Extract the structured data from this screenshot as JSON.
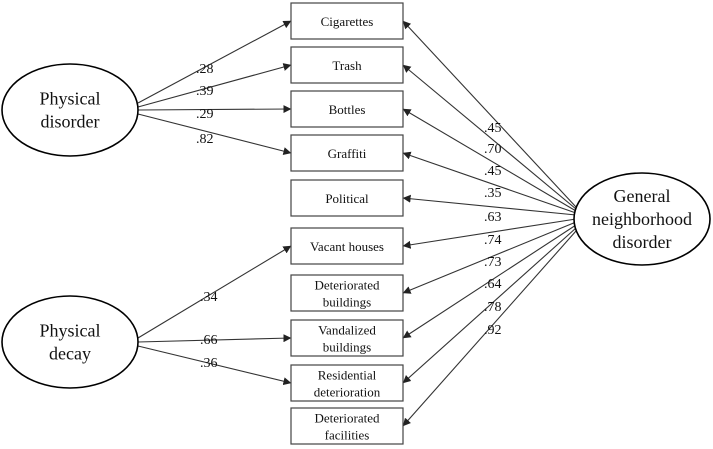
{
  "latent_factors": {
    "physical_disorder": [
      "Physical",
      "disorder"
    ],
    "physical_decay": [
      "Physical",
      "decay"
    ],
    "general_neighborhood_disorder": [
      "General",
      "neighborhood",
      "disorder"
    ]
  },
  "indicators": [
    [
      "Cigarettes"
    ],
    [
      "Trash"
    ],
    [
      "Bottles"
    ],
    [
      "Graffiti"
    ],
    [
      "Political"
    ],
    [
      "Vacant houses"
    ],
    [
      "Deteriorated",
      "buildings"
    ],
    [
      "Vandalized",
      "buildings"
    ],
    [
      "Residential",
      "deterioration"
    ],
    [
      "Deteriorated",
      "facilities"
    ]
  ],
  "loadings": {
    "physical_disorder": [
      {
        "indicator": "Cigarettes",
        "value": ".28"
      },
      {
        "indicator": "Trash",
        "value": ".39"
      },
      {
        "indicator": "Bottles",
        "value": ".29"
      },
      {
        "indicator": "Graffiti",
        "value": ".82"
      }
    ],
    "physical_decay": [
      {
        "indicator": "Vacant houses",
        "value": ".34"
      },
      {
        "indicator": "Vandalized buildings",
        "value": ".66"
      },
      {
        "indicator": "Residential deterioration",
        "value": ".36"
      }
    ],
    "general_neighborhood_disorder": [
      {
        "indicator": "Cigarettes",
        "value": ".45"
      },
      {
        "indicator": "Trash",
        "value": ".70"
      },
      {
        "indicator": "Bottles",
        "value": ".45"
      },
      {
        "indicator": "Graffiti",
        "value": ".35"
      },
      {
        "indicator": "Political",
        "value": ".63"
      },
      {
        "indicator": "Vacant houses",
        "value": ".74"
      },
      {
        "indicator": "Deteriorated buildings",
        "value": ".73"
      },
      {
        "indicator": "Vandalized buildings",
        "value": ".64"
      },
      {
        "indicator": "Residential deterioration",
        "value": ".78"
      },
      {
        "indicator": "Deteriorated facilities",
        "value": ".92"
      }
    ]
  }
}
